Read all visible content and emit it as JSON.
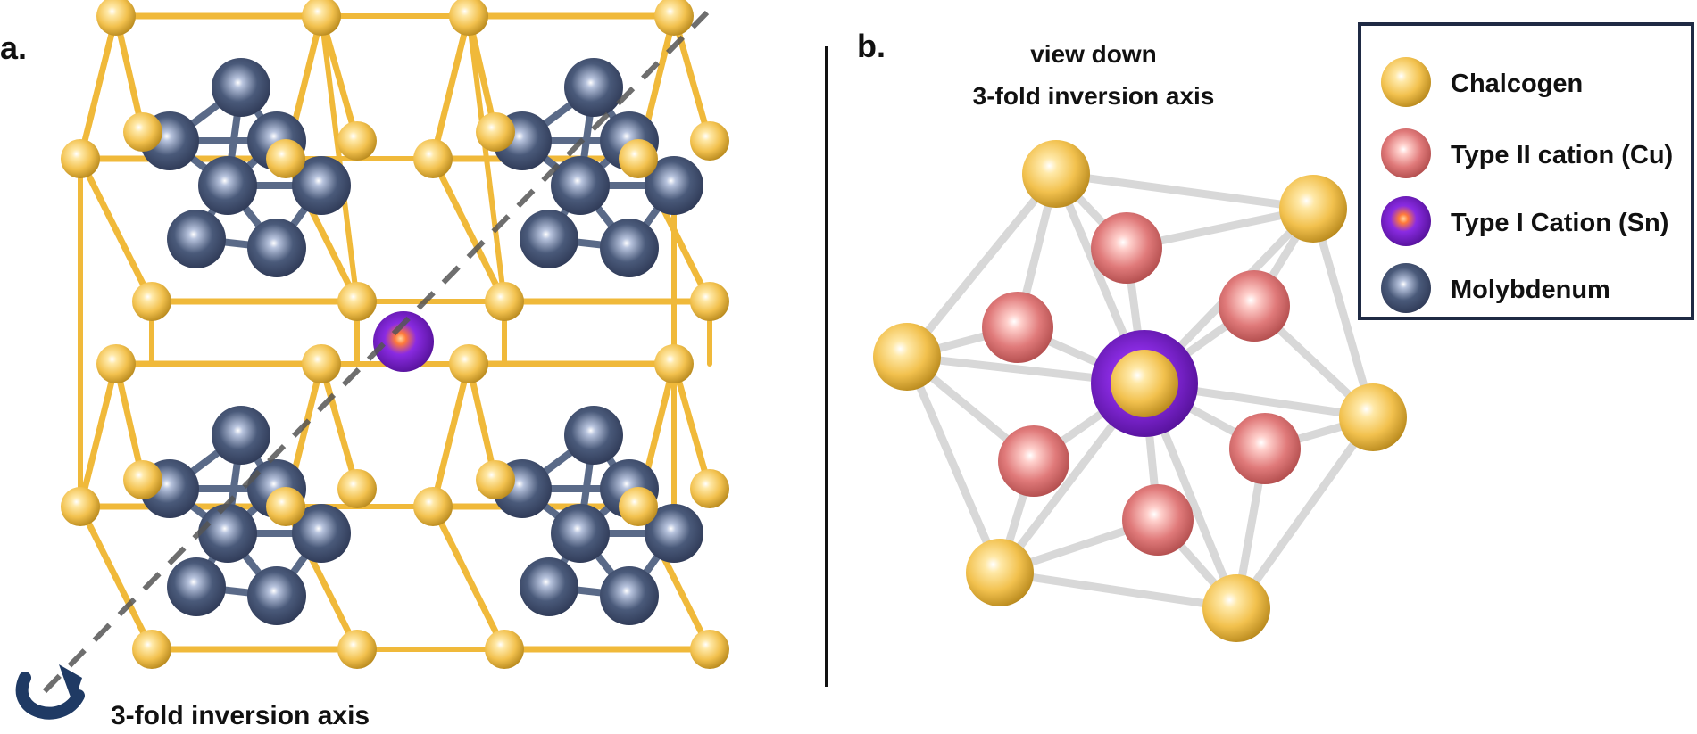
{
  "panel_a": {
    "label": "a.",
    "axis_label": "3-fold inversion axis"
  },
  "panel_b": {
    "label": "b.",
    "title_line1": "view down",
    "title_line2": "3-fold inversion axis"
  },
  "legend": {
    "items": [
      {
        "label": "Chalcogen",
        "color": "#f2c14e"
      },
      {
        "label": "Type II cation (Cu)",
        "color": "#e07a7a"
      },
      {
        "label": "Type I Cation (Sn)",
        "color": "#8a2be2"
      },
      {
        "label": "Molybdenum",
        "color": "#4a5a7a"
      }
    ]
  },
  "colors": {
    "chalcogen": "#f2c14e",
    "chalcogen_bond": "#f0b93a",
    "molybdenum": "#4a5a7a",
    "mo_bond": "#5a6a88",
    "cu": "#e07a7a",
    "sn": "#8a2be2",
    "bond_grey": "#d8d8d8",
    "axis_dash": "#555555",
    "legend_border": "#1f2a44",
    "arrow": "#1f3a64"
  }
}
